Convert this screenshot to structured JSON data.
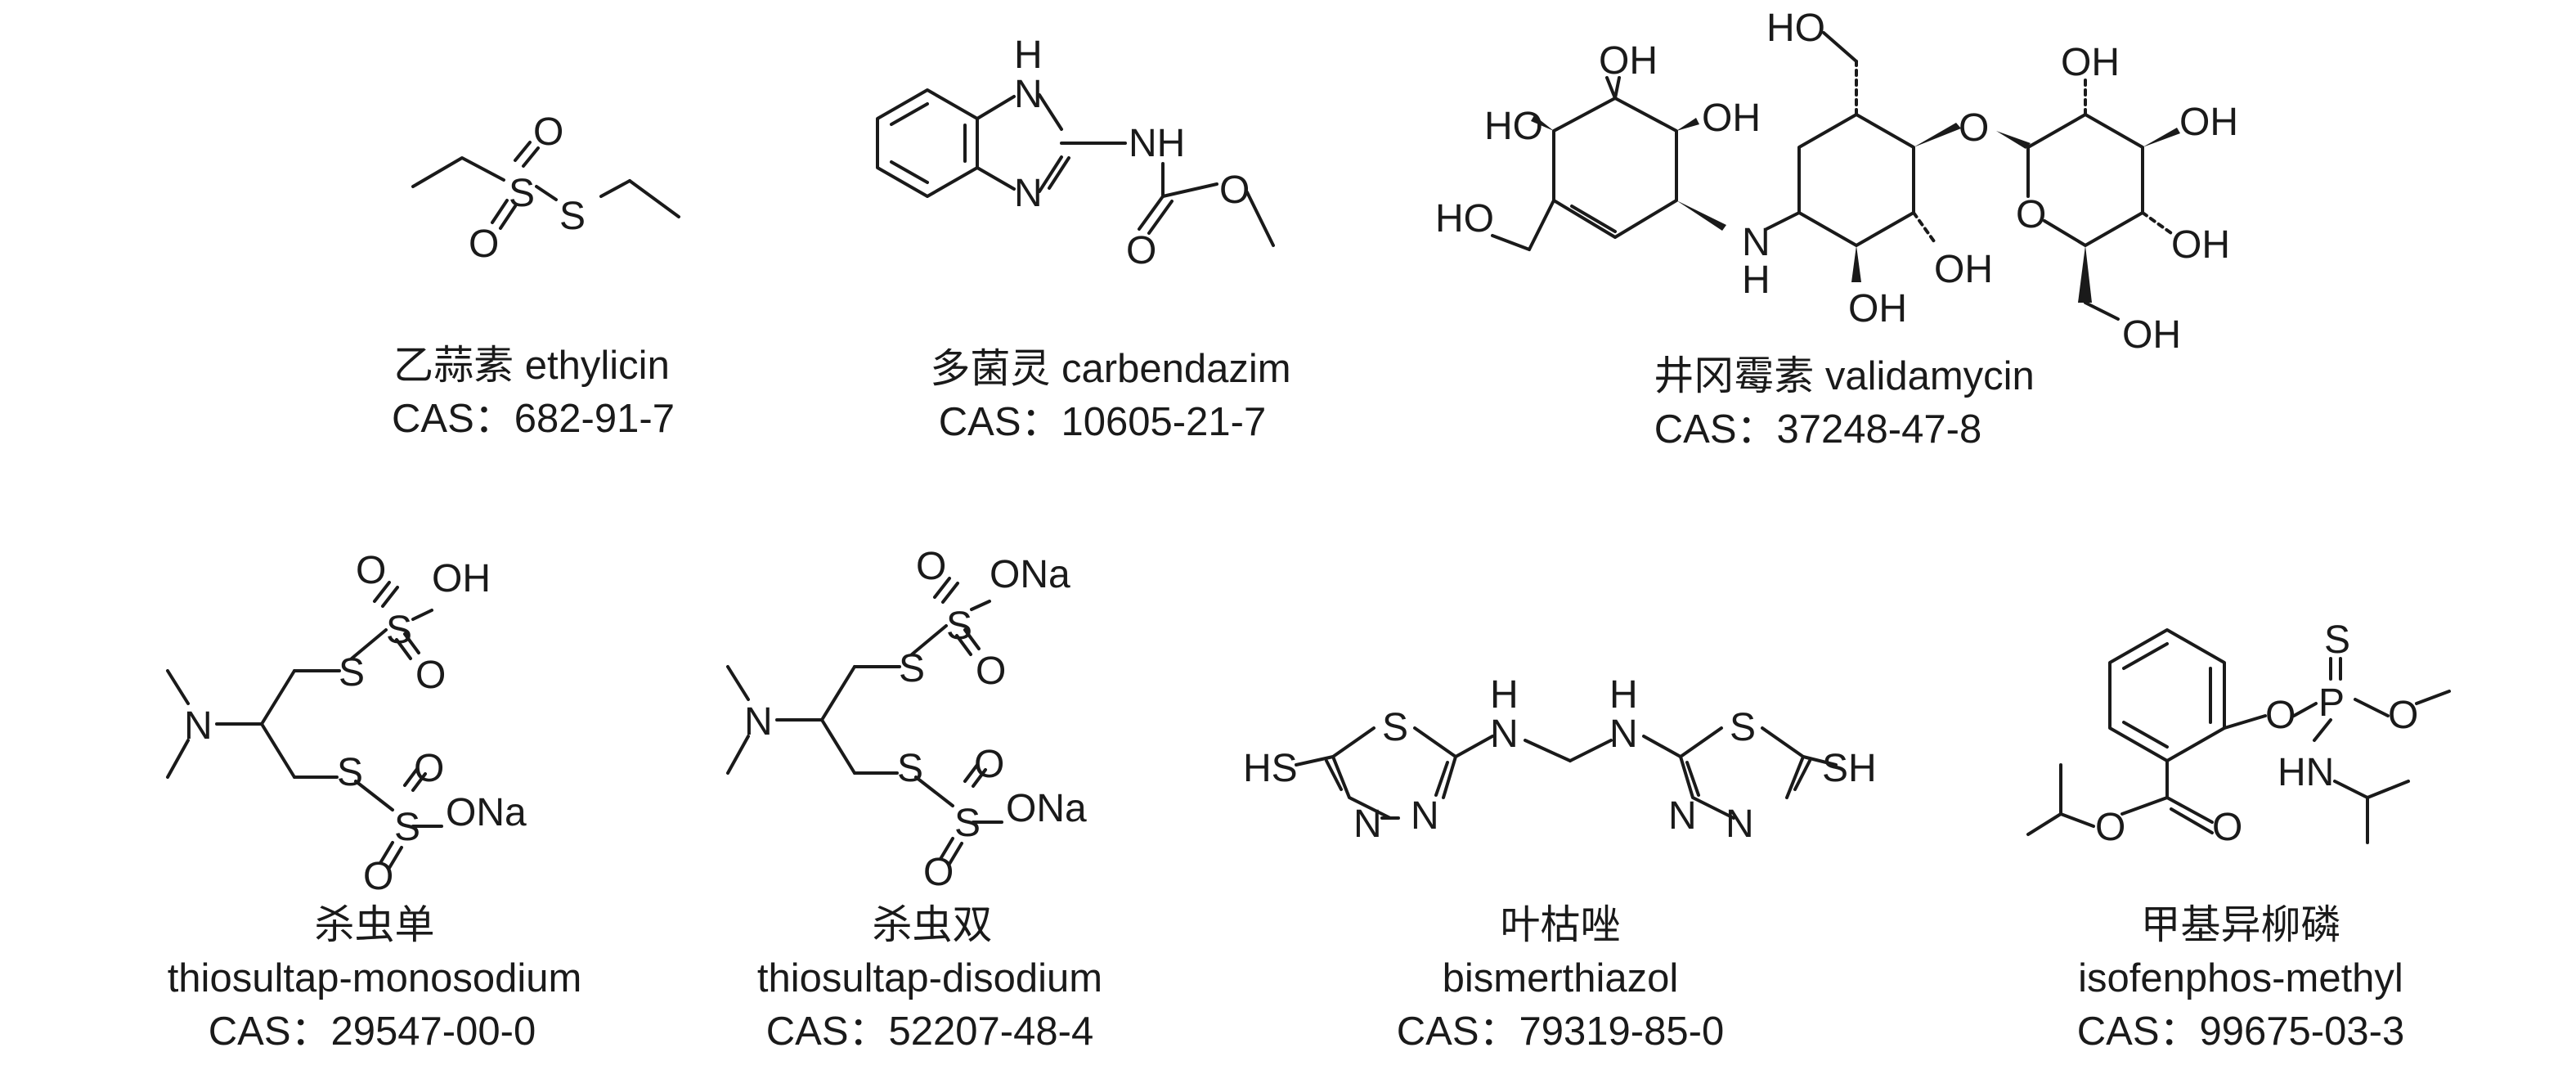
{
  "compounds": [
    {
      "id": "ethylicin",
      "name_cn": "乙蒜素",
      "name_en": "ethylicin",
      "cas": "CAS：682-91-7"
    },
    {
      "id": "carbendazim",
      "name_cn": "多菌灵",
      "name_en": "carbendazim",
      "cas": "CAS：10605-21-7"
    },
    {
      "id": "validamycin",
      "name_cn": "井冈霉素",
      "name_en": "validamycin",
      "cas": "CAS：37248-47-8"
    },
    {
      "id": "thiosultap-monosodium",
      "name_cn": "杀虫单",
      "name_en": "thiosultap-monosodium",
      "cas": "CAS：29547-00-0"
    },
    {
      "id": "thiosultap-disodium",
      "name_cn": "杀虫双",
      "name_en": "thiosultap-disodium",
      "cas": "CAS：52207-48-4"
    },
    {
      "id": "bismerthiazol",
      "name_cn": "叶枯唑",
      "name_en": "bismerthiazol",
      "cas": "CAS：79319-85-0"
    },
    {
      "id": "isofenphos-methyl",
      "name_cn": "甲基异柳磷",
      "name_en": "isofenphos-methyl",
      "cas": "CAS：99675-03-3"
    }
  ],
  "atoms": {
    "O": "O",
    "S": "S",
    "N": "N",
    "H": "H",
    "P": "P",
    "NH": "NH",
    "HN": "HN",
    "OH": "OH",
    "HO": "HO",
    "ONa": "ONa",
    "HS": "HS",
    "SH": "SH"
  }
}
